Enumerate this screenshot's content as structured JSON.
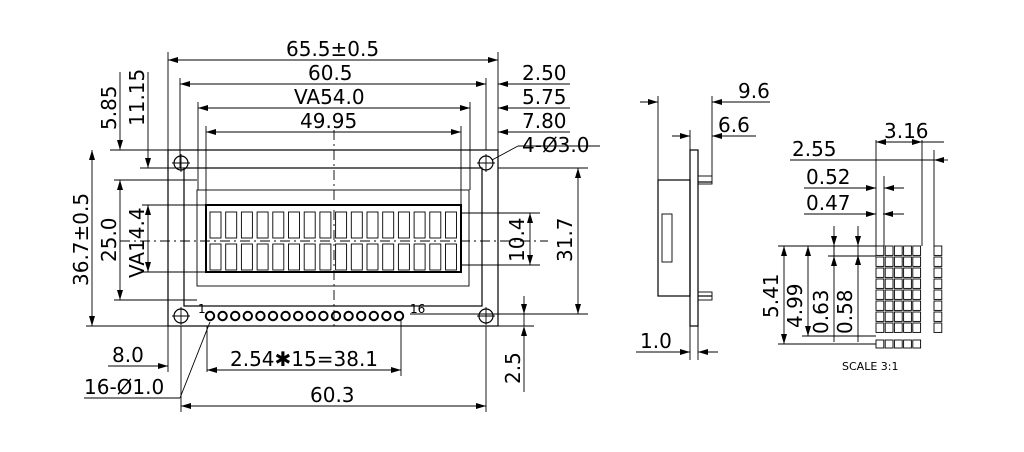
{
  "front_view": {
    "overall_width": "65.5±0.5",
    "pcb_width": "60.5",
    "viewing_area_width": "VA54.0",
    "active_area_width": "49.95",
    "overall_height": "36.7±0.5",
    "bezel_height": "25.0",
    "viewing_area_height": "VA14.4",
    "char_height": "10.4",
    "pcb_height": "31.7",
    "top_offset_1": "5.85",
    "top_offset_2": "11.15",
    "right_offset_1": "2.50",
    "right_offset_2": "5.75",
    "right_offset_3": "7.80",
    "mount_holes": "4-Ø3.0",
    "left_offset": "8.0",
    "pin_pitch": "2.54✱15=38.1",
    "pin_holes": "16-Ø1.0",
    "hole_spacing": "60.3",
    "pin_offset": "2.5",
    "pin_first": "1",
    "pin_last": "16"
  },
  "side_view": {
    "total_thickness": "9.6",
    "module_thickness": "6.6",
    "pcb_thickness": "1.0"
  },
  "char_detail": {
    "char_width": "3.16",
    "char_pitch_width": "2.55",
    "dot_pitch": "0.52",
    "dot_size": "0.47",
    "char_total_height": "5.41",
    "char_height": "4.99",
    "dot_pitch_v": "0.63",
    "dot_size_v": "0.58",
    "scale": "SCALE  3:1"
  }
}
